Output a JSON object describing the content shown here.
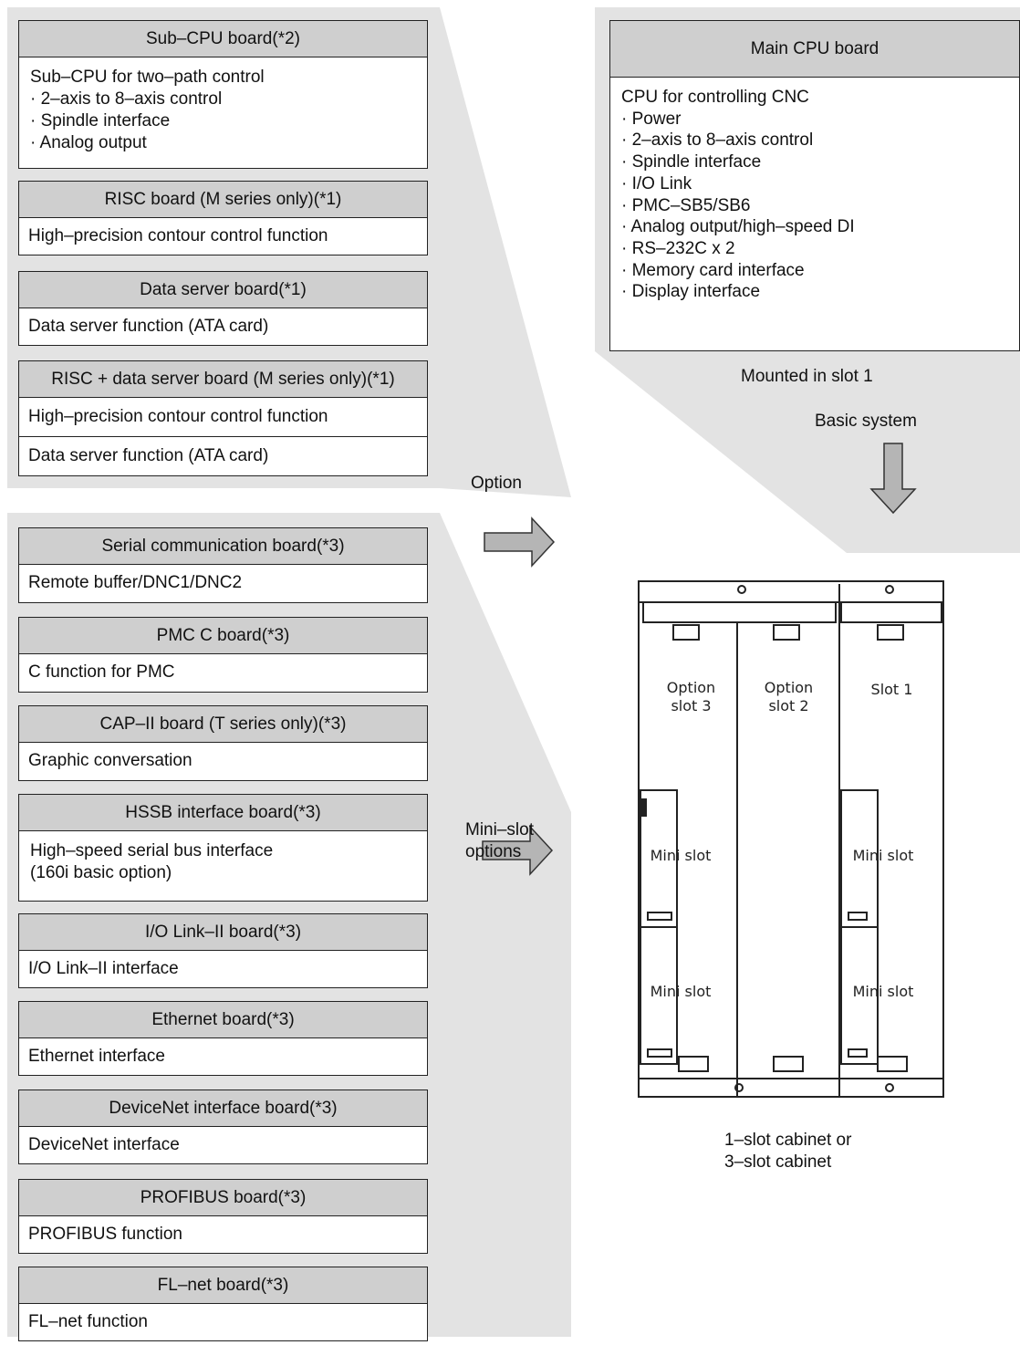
{
  "option_boards": [
    {
      "title": "Sub–CPU board(*2)",
      "lines": [
        "Sub–CPU for two–path control",
        "· 2–axis to 8–axis control",
        "· Spindle interface",
        "· Analog output"
      ]
    },
    {
      "title": "RISC board (M series only)(*1)",
      "rows": [
        "High–precision contour control function"
      ]
    },
    {
      "title": "Data server board(*1)",
      "rows": [
        "Data server function (ATA card)"
      ]
    },
    {
      "title": "RISC + data server board (M series only)(*1)",
      "rows": [
        "High–precision contour control function",
        "Data server function (ATA card)"
      ]
    }
  ],
  "mini_slot_boards": [
    {
      "title": "Serial communication board(*3)",
      "rows": [
        "Remote buffer/DNC1/DNC2"
      ]
    },
    {
      "title": "PMC C board(*3)",
      "rows": [
        "C function for PMC"
      ]
    },
    {
      "title": "CAP–II board (T series only)(*3)",
      "rows": [
        "Graphic conversation"
      ]
    },
    {
      "title": "HSSB interface board(*3)",
      "rows": [
        "High–speed serial bus interface",
        "(160i basic option)"
      ]
    },
    {
      "title": "I/O Link–II board(*3)",
      "rows": [
        "I/O Link–II interface"
      ]
    },
    {
      "title": "Ethernet board(*3)",
      "rows": [
        "Ethernet interface"
      ]
    },
    {
      "title": "DeviceNet interface board(*3)",
      "rows": [
        "DeviceNet interface"
      ]
    },
    {
      "title": "PROFIBUS board(*3)",
      "rows": [
        "PROFIBUS function"
      ]
    },
    {
      "title": "FL–net board(*3)",
      "rows": [
        "FL–net function"
      ]
    }
  ],
  "main_cpu": {
    "title": "Main CPU board",
    "lines": [
      "CPU for controlling CNC",
      "· Power",
      "· 2–axis to 8–axis control",
      "· Spindle interface",
      "· I/O Link",
      "· PMC–SB5/SB6",
      "· Analog output/high–speed DI",
      "· RS–232C x 2",
      "· Memory card interface",
      "· Display interface"
    ]
  },
  "labels": {
    "mounted": "Mounted in slot 1",
    "basic_system": "Basic system",
    "option": "Option",
    "mini_slot_1": "Mini–slot",
    "mini_slot_2": "options",
    "cabinet_1": "1–slot cabinet or",
    "cabinet_2": "3–slot cabinet"
  },
  "cabinet": {
    "option_slot_3_a": "Option",
    "option_slot_3_b": "slot 3",
    "option_slot_2_a": "Option",
    "option_slot_2_b": "slot 2",
    "slot_1": "Slot 1",
    "mini_slot": "Mini slot"
  },
  "colors": {
    "panel": "#e3e3e3",
    "header": "#cfcfcf",
    "arrow": "#b5b5b5"
  }
}
